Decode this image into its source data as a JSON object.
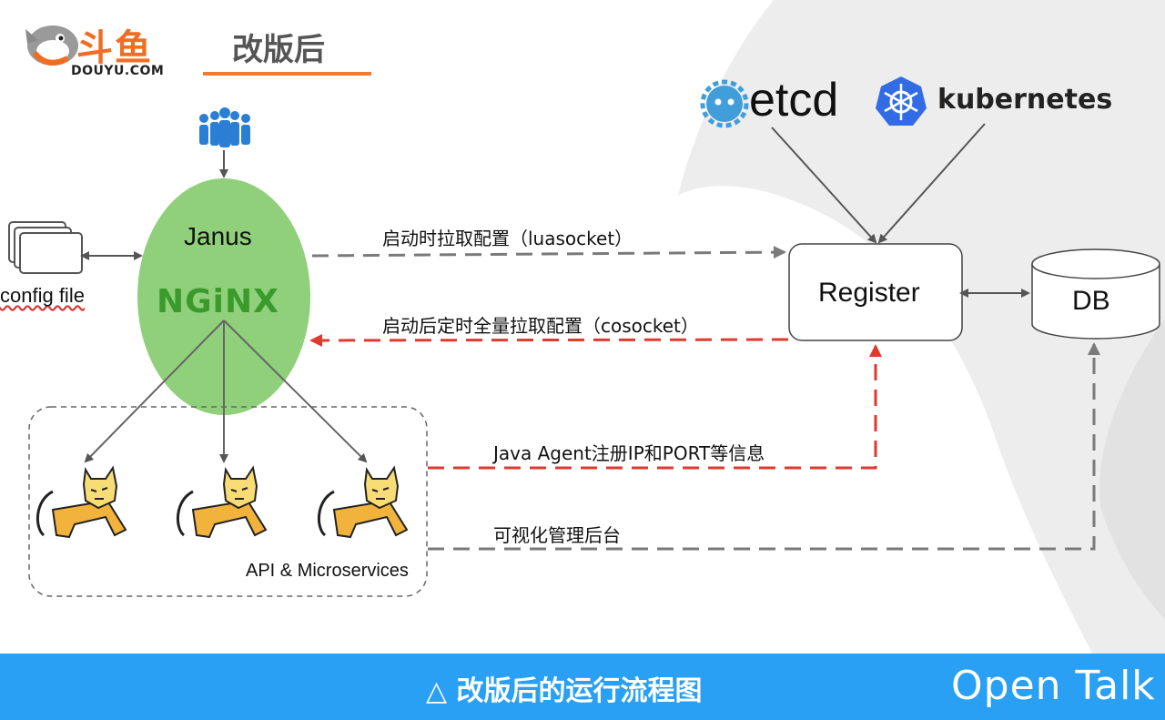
{
  "header": {
    "logo_cn": "斗鱼",
    "logo_en": "DOUYU.COM",
    "title": "改版后"
  },
  "nodes": {
    "janus": "Janus",
    "nginx": "NGiNX",
    "config_file": "config file",
    "register": "Register",
    "db": "DB",
    "etcd": "etcd",
    "kubernetes": "kubernetes",
    "api": "API & Microservices"
  },
  "edges": {
    "pull_on_start": "启动时拉取配置（luasocket）",
    "scheduled_pull": "启动后定时全量拉取配置（cosocket）",
    "agent_register": "Java Agent注册IP和PORT等信息",
    "admin_ui": "可视化管理后台"
  },
  "footer": {
    "caption": "△ 改版后的运行流程图",
    "brand": "Open Talk"
  },
  "colors": {
    "accent_orange": "#f07a34",
    "ellipse_green": "#90d07b",
    "nginx_green": "#3a9a2b",
    "dash_red": "#e03a2e",
    "dash_gray": "#7a7a7a",
    "footer_blue": "#29a0f3",
    "etcd_blue": "#419eda",
    "k8s_blue": "#326ce5",
    "tomcat_yellow": "#f8dc75"
  },
  "icons": [
    "douyu-shark-logo",
    "users-group-icon",
    "config-files-icon",
    "tomcat-icon",
    "etcd-logo",
    "kubernetes-logo",
    "database-cylinder"
  ]
}
